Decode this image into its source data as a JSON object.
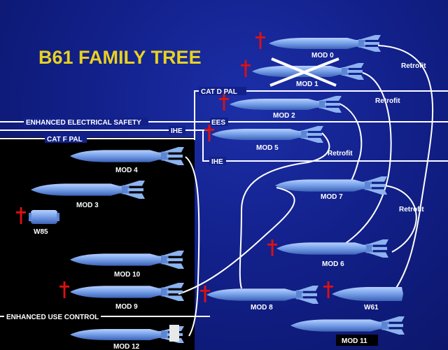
{
  "title": "B61 FAMILY TREE",
  "colors": {
    "background": "#12208a",
    "title": "#e8d21f",
    "bomb": "#6d9be8",
    "line": "#ffffff",
    "dagger": "#e01010"
  },
  "bands": {
    "cat_d_pal": "CAT D PAL",
    "enhanced_electrical_safety": "ENHANCED ELECTRICAL SAFETY",
    "ihe_left": "IHE",
    "ees": "EES",
    "cat_f_pal": "CAT F PAL",
    "ihe_right": "IHE",
    "enhanced_use_control": "ENHANCED USE CONTROL"
  },
  "retrofit_label": "Retrofit",
  "nodes": [
    {
      "id": "mod0",
      "label": "MOD 0",
      "retired": true,
      "crossed": false
    },
    {
      "id": "mod1",
      "label": "MOD 1",
      "retired": true,
      "crossed": true
    },
    {
      "id": "mod2",
      "label": "MOD 2",
      "retired": true,
      "crossed": false
    },
    {
      "id": "mod5",
      "label": "MOD 5",
      "retired": true,
      "crossed": false
    },
    {
      "id": "mod4",
      "label": "MOD 4",
      "retired": false,
      "crossed": false
    },
    {
      "id": "mod3",
      "label": "MOD 3",
      "retired": false,
      "crossed": false
    },
    {
      "id": "w85",
      "label": "W85",
      "retired": true,
      "crossed": false
    },
    {
      "id": "mod7",
      "label": "MOD 7",
      "retired": false,
      "crossed": false
    },
    {
      "id": "mod6",
      "label": "MOD 6",
      "retired": true,
      "crossed": false
    },
    {
      "id": "mod10",
      "label": "MOD 10",
      "retired": false,
      "crossed": false
    },
    {
      "id": "mod9",
      "label": "MOD 9",
      "retired": true,
      "crossed": false
    },
    {
      "id": "mod8",
      "label": "MOD 8",
      "retired": true,
      "crossed": false
    },
    {
      "id": "w61",
      "label": "W61",
      "retired": true,
      "crossed": false
    },
    {
      "id": "mod12",
      "label": "MOD 12",
      "retired": false,
      "crossed": false
    },
    {
      "id": "mod11",
      "label": "MOD 11",
      "retired": false,
      "crossed": false
    }
  ]
}
